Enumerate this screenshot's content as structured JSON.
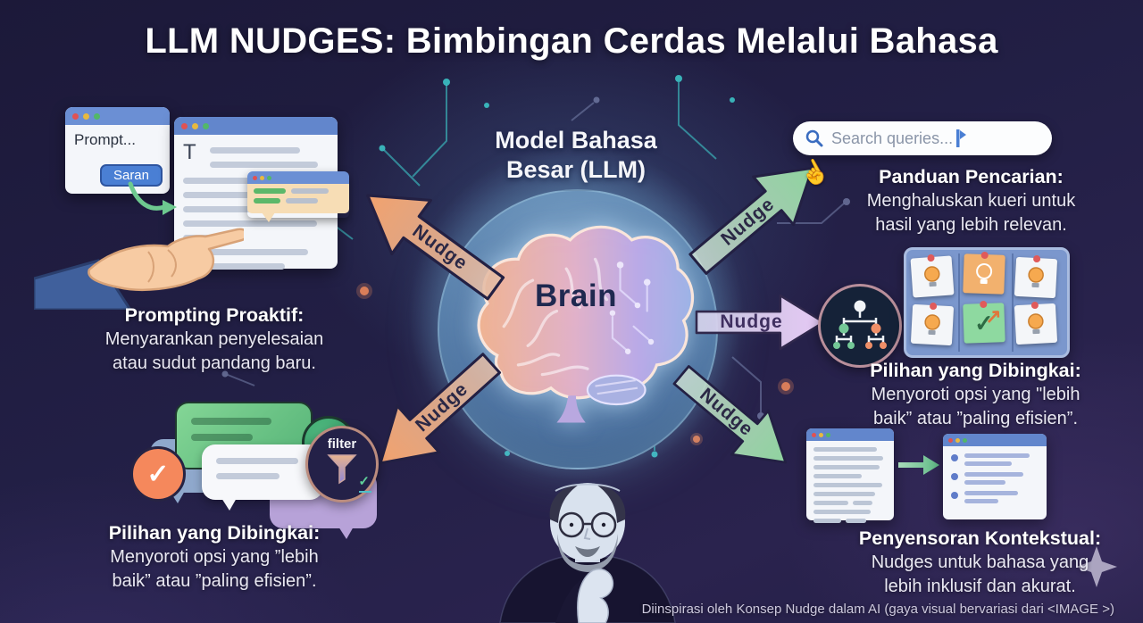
{
  "title": "LLM NUDGES: Bimbingan Cerdas Melalui Bahasa",
  "center": {
    "model_line1": "Model Bahasa",
    "model_line2": "Besar (LLM)",
    "brain_label": "Brain"
  },
  "arrows": {
    "items": [
      {
        "label": "Nudge",
        "direction": "upper-left",
        "color": "#f2a26e"
      },
      {
        "label": "Nudge",
        "direction": "lower-left",
        "color": "#f2a26e"
      },
      {
        "label": "Nudge",
        "direction": "upper-right",
        "color": "#8fd49f"
      },
      {
        "label": "Nudge",
        "direction": "right",
        "color": "#e6c9f5"
      },
      {
        "label": "Nudge",
        "direction": "lower-right",
        "color": "#8fd49f"
      }
    ]
  },
  "left_top": {
    "prompt_text": "Prompt...",
    "saran_label": "Saran",
    "doc_letter": "T"
  },
  "sections": {
    "prompting": {
      "heading": "Prompting Proaktif:",
      "line1": "Menyarankan penyelesaian",
      "line2": "atau sudut pandang baru."
    },
    "framed_left": {
      "heading": "Pilihan yang Dibingkai:",
      "line1": "Menyoroti opsi yang ”lebih",
      "line2": "baik” atau ”paling efisien”."
    },
    "search_guidance": {
      "heading": "Panduan Pencarian:",
      "line1": "Menghaluskan kueri untuk",
      "line2": "hasil yang lebih relevan."
    },
    "framed_right": {
      "heading": "Pilihan yang Dibingkai:",
      "line1": "Menyoroti opsi yang \"lebih",
      "line2": "baik” atau ”paling efisien”."
    },
    "contextual": {
      "heading": "Penyensoran Kontekstual:",
      "line1": "Nudges untuk bahasa yang",
      "line2": "lebih inklusif dan akurat."
    }
  },
  "search": {
    "placeholder": "Search queries..."
  },
  "filter": {
    "label": "filter"
  },
  "icons": {
    "check": "✓",
    "arrow_up_right": "↗",
    "pointer": "☝"
  },
  "footer": {
    "credit": "Diinspirasi oleh Konsep Nudge dalam AI (gaya visual bervariasi dari <IMAGE >)"
  },
  "colors": {
    "background": "#221f45",
    "window_bar": "#6286cc",
    "saran_button": "#4a7fd4",
    "arrow_orange": "#f2a26e",
    "arrow_green": "#8fd49f",
    "arrow_purple": "#e6c9f5",
    "accent_teal": "#3fd6d4",
    "accent_orange": "#f08a5c"
  }
}
